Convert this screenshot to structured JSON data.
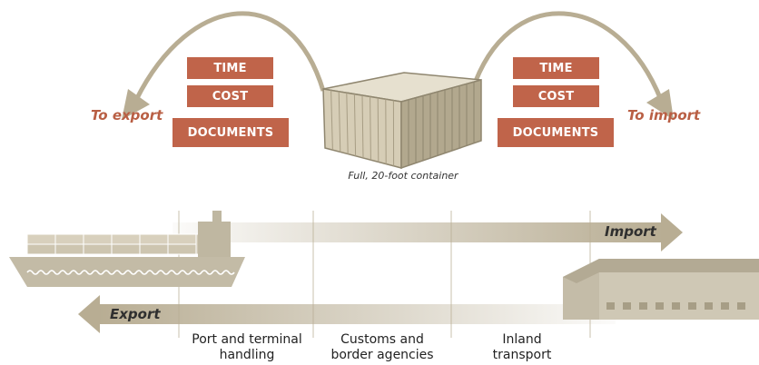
{
  "export_side": {
    "label": "To export",
    "boxes": [
      "TIME",
      "COST",
      "DOCUMENTS"
    ]
  },
  "import_side": {
    "label": "To import",
    "boxes": [
      "TIME",
      "COST",
      "DOCUMENTS"
    ]
  },
  "container": {
    "caption": "Full, 20-foot container"
  },
  "flows": {
    "import_label": "Import",
    "export_label": "Export"
  },
  "stages": [
    {
      "line1": "Port and terminal",
      "line2": "handling"
    },
    {
      "line1": "Customs and",
      "line2": "border agencies"
    },
    {
      "line1": "Inland",
      "line2": "transport"
    }
  ],
  "colors": {
    "box": "#c0644a",
    "label": "#b95f44",
    "arrow_gray": "#b8ad93",
    "container_light": "#dcd4c0",
    "container_dark": "#a39a82",
    "ship": "#c3bba6"
  }
}
